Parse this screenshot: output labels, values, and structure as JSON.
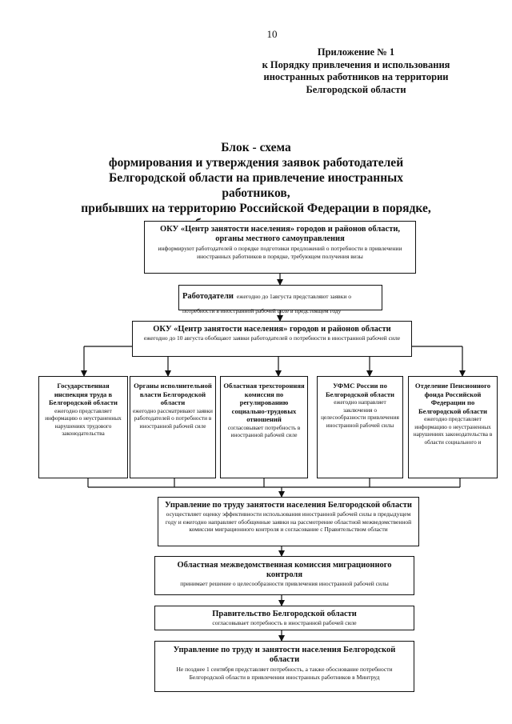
{
  "page_number": "10",
  "appendix": {
    "line1": "Приложение № 1",
    "line2": "к Порядку привлечения и использования",
    "line3": "иностранных работников на территории",
    "line4": "Белгородской области"
  },
  "title": {
    "line1": "Блок - схема",
    "line2": "формирования и утверждения заявок работодателей",
    "line3": "Белгородской области на привлечение иностранных работников,",
    "line4": "прибывших на территорию Российской Федерации в порядке,",
    "line5": "требующем получения визы"
  },
  "boxes": {
    "czn_top": {
      "heading": "ОКУ «Центр занятости населения» городов и районов области, органы местного самоуправления",
      "text": "информируют работодателей о порядке подготовки предложений о потребности в привлечении иностранных работников в порядке, требующем получения визы"
    },
    "employers": {
      "heading": "Работодатели",
      "text": "ежегодно до 1августа представляют заявки о потребности в иностранной рабочей силе в предстоящем году"
    },
    "czn_second": {
      "heading": "ОКУ «Центр занятости населения» городов и районов области",
      "text": "ежегодно до 10 августа обобщают заявки работодателей о потребности в иностранной рабочей силе"
    },
    "col1": {
      "heading": "Государственная инспекция труда в Белгородской области",
      "text": "ежегодно представляет информацию о неустраненных нарушениях трудового законодательства"
    },
    "col2": {
      "heading": "Органы исполнительной власти Белгородской области",
      "text": "ежегодно рассматривают заявки работодателей о потребности в иностранной рабочей силе"
    },
    "col3": {
      "heading": "Областная трехсторонняя комиссия по регулированию социально-трудовых отношений",
      "text": "согласовывает потребность в иностранной рабочей силе"
    },
    "col4": {
      "heading": "УФМС России по Белгородской области",
      "text": "ежегодно направляет заключения о целесообразности привлечения иностранной рабочей силы"
    },
    "col5": {
      "heading": "Отделение Пенсионного фонда Российской Федерации по Белгородской области",
      "text": "ежегодно представляет информацию о неустраненных нарушениях законодательства в области социального и"
    },
    "labor_dept": {
      "heading": "Управление по труду занятости населения Белгородской области",
      "text": "осуществляет оценку эффективности использования иностранной рабочей силы в предыдущем году и ежегодно направляет обобщенные заявки на рассмотрение областной межведомственной комиссии миграционного контроля и согласование с Правительством области"
    },
    "commission": {
      "heading": "Областная межведомственная комиссия миграционного контроля",
      "text": "принимает решение о целесообразности привлечения иностранной рабочей силы"
    },
    "government": {
      "heading": "Правительство Белгородской области",
      "text": "согласовывает потребность в иностранной рабочей силе"
    },
    "labor_final": {
      "heading": "Управление по труду и занятости населения Белгородской области",
      "text": "Не позднее 1 сентября представляет потребность, а также обоснование потребности Белгородской области в привлечении иностранных работников в Минтруд"
    }
  }
}
